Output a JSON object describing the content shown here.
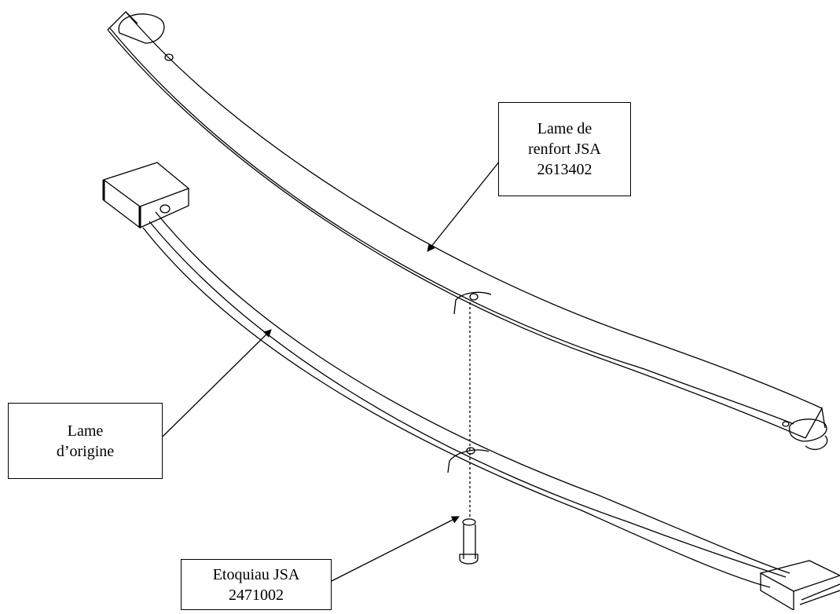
{
  "colors": {
    "line": "#000000",
    "background": "#ffffff"
  },
  "parts": {
    "reinforcement_leaf": "reinforcement-leaf",
    "original_leaf": "original-leaf",
    "pin": "center-pin"
  },
  "labels": {
    "reinforcement": {
      "line1": "Lame de",
      "line2": "renfort JSA",
      "line3": "2613402"
    },
    "original": {
      "line1": "Lame",
      "line2": "d’origine"
    },
    "pin": {
      "line1": "Etoquiau JSA",
      "line2": "2471002"
    }
  }
}
